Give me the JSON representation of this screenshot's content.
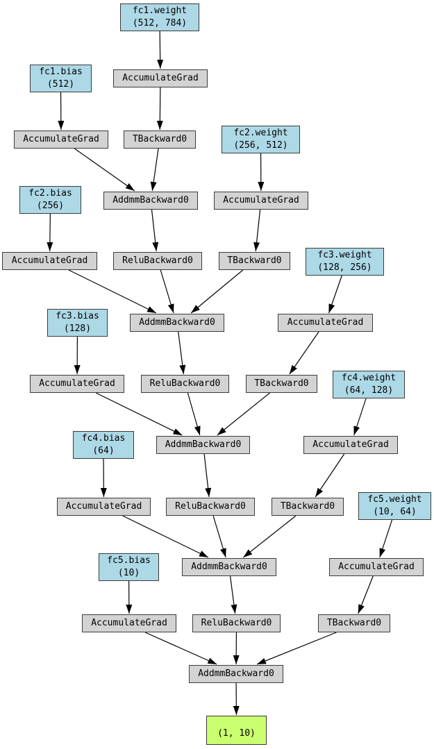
{
  "diagram": {
    "type": "autograd-computation-graph",
    "colors": {
      "param": "#add8e6",
      "op": "#d3d3d3",
      "output": "#caff70",
      "edge": "#000000",
      "border": "#3a3a3a",
      "background": "#ffffff"
    },
    "nodes": [
      {
        "id": "fc1_weight",
        "kind": "param",
        "label": "fc1.weight",
        "sublabel": "(512, 784)"
      },
      {
        "id": "fc1_bias",
        "kind": "param",
        "label": "fc1.bias",
        "sublabel": "(512)"
      },
      {
        "id": "a1",
        "kind": "op",
        "label": "AccumulateGrad"
      },
      {
        "id": "a2",
        "kind": "op",
        "label": "AccumulateGrad"
      },
      {
        "id": "t1",
        "kind": "op",
        "label": "TBackward0"
      },
      {
        "id": "fc2_weight",
        "kind": "param",
        "label": "fc2.weight",
        "sublabel": "(256, 512)"
      },
      {
        "id": "fc2_bias",
        "kind": "param",
        "label": "fc2.bias",
        "sublabel": "(256)"
      },
      {
        "id": "m1",
        "kind": "op",
        "label": "AddmmBackward0"
      },
      {
        "id": "a3",
        "kind": "op",
        "label": "AccumulateGrad"
      },
      {
        "id": "a4",
        "kind": "op",
        "label": "AccumulateGrad"
      },
      {
        "id": "r1",
        "kind": "op",
        "label": "ReluBackward0"
      },
      {
        "id": "t2",
        "kind": "op",
        "label": "TBackward0"
      },
      {
        "id": "fc3_weight",
        "kind": "param",
        "label": "fc3.weight",
        "sublabel": "(128, 256)"
      },
      {
        "id": "fc3_bias",
        "kind": "param",
        "label": "fc3.bias",
        "sublabel": "(128)"
      },
      {
        "id": "m2",
        "kind": "op",
        "label": "AddmmBackward0"
      },
      {
        "id": "a5",
        "kind": "op",
        "label": "AccumulateGrad"
      },
      {
        "id": "a6",
        "kind": "op",
        "label": "AccumulateGrad"
      },
      {
        "id": "r2",
        "kind": "op",
        "label": "ReluBackward0"
      },
      {
        "id": "t3",
        "kind": "op",
        "label": "TBackward0"
      },
      {
        "id": "fc4_weight",
        "kind": "param",
        "label": "fc4.weight",
        "sublabel": "(64, 128)"
      },
      {
        "id": "fc4_bias",
        "kind": "param",
        "label": "fc4.bias",
        "sublabel": "(64)"
      },
      {
        "id": "m3",
        "kind": "op",
        "label": "AddmmBackward0"
      },
      {
        "id": "a7",
        "kind": "op",
        "label": "AccumulateGrad"
      },
      {
        "id": "a8",
        "kind": "op",
        "label": "AccumulateGrad"
      },
      {
        "id": "r3",
        "kind": "op",
        "label": "ReluBackward0"
      },
      {
        "id": "t4",
        "kind": "op",
        "label": "TBackward0"
      },
      {
        "id": "fc5_weight",
        "kind": "param",
        "label": "fc5.weight",
        "sublabel": "(10, 64)"
      },
      {
        "id": "fc5_bias",
        "kind": "param",
        "label": "fc5.bias",
        "sublabel": "(10)"
      },
      {
        "id": "m4",
        "kind": "op",
        "label": "AddmmBackward0"
      },
      {
        "id": "a9",
        "kind": "op",
        "label": "AccumulateGrad"
      },
      {
        "id": "a10",
        "kind": "op",
        "label": "AccumulateGrad"
      },
      {
        "id": "r4",
        "kind": "op",
        "label": "ReluBackward0"
      },
      {
        "id": "t5",
        "kind": "op",
        "label": "TBackward0"
      },
      {
        "id": "m5",
        "kind": "op",
        "label": "AddmmBackward0"
      },
      {
        "id": "out",
        "kind": "output",
        "label": "(1, 10)"
      }
    ],
    "edges": [
      {
        "from": "fc1_weight",
        "to": "a1"
      },
      {
        "from": "a1",
        "to": "t1"
      },
      {
        "from": "fc1_bias",
        "to": "a2"
      },
      {
        "from": "a2",
        "to": "m1"
      },
      {
        "from": "t1",
        "to": "m1"
      },
      {
        "from": "fc2_weight",
        "to": "a3"
      },
      {
        "from": "m1",
        "to": "r1"
      },
      {
        "from": "a3",
        "to": "t2"
      },
      {
        "from": "fc2_bias",
        "to": "a4"
      },
      {
        "from": "a4",
        "to": "m2"
      },
      {
        "from": "r1",
        "to": "m2"
      },
      {
        "from": "t2",
        "to": "m2"
      },
      {
        "from": "fc3_weight",
        "to": "a5"
      },
      {
        "from": "m2",
        "to": "r2"
      },
      {
        "from": "a5",
        "to": "t3"
      },
      {
        "from": "fc3_bias",
        "to": "a6"
      },
      {
        "from": "a6",
        "to": "m3"
      },
      {
        "from": "r2",
        "to": "m3"
      },
      {
        "from": "t3",
        "to": "m3"
      },
      {
        "from": "fc4_weight",
        "to": "a7"
      },
      {
        "from": "m3",
        "to": "r3"
      },
      {
        "from": "a7",
        "to": "t4"
      },
      {
        "from": "fc4_bias",
        "to": "a8"
      },
      {
        "from": "a8",
        "to": "m4"
      },
      {
        "from": "r3",
        "to": "m4"
      },
      {
        "from": "t4",
        "to": "m4"
      },
      {
        "from": "fc5_weight",
        "to": "a9"
      },
      {
        "from": "m4",
        "to": "r4"
      },
      {
        "from": "a9",
        "to": "t5"
      },
      {
        "from": "fc5_bias",
        "to": "a10"
      },
      {
        "from": "a10",
        "to": "m5"
      },
      {
        "from": "r4",
        "to": "m5"
      },
      {
        "from": "t5",
        "to": "m5"
      },
      {
        "from": "m5",
        "to": "out"
      }
    ]
  }
}
